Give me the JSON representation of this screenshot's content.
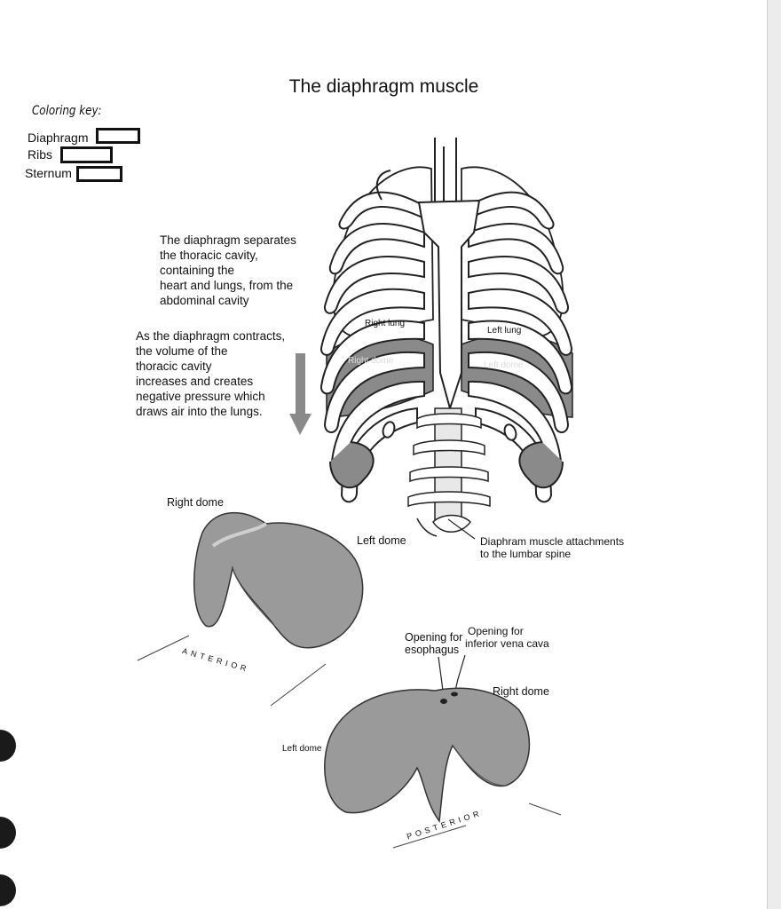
{
  "title": "The diaphragm muscle",
  "coloring_key": {
    "heading": "Coloring key:",
    "items": [
      {
        "label": "Diaphragm"
      },
      {
        "label": "Ribs"
      },
      {
        "label": "Sternum"
      }
    ]
  },
  "text": {
    "separates": [
      "The diaphragm separates",
      "the thoracic cavity,",
      "containing the",
      "heart and lungs, from the",
      "abdominal cavity"
    ],
    "contracts": [
      "As the diaphragm contracts,",
      "the volume of the",
      "thoracic cavity",
      "increases and creates",
      "negative pressure which",
      "draws air into the lungs."
    ]
  },
  "labels": {
    "right_lung": "Right lung",
    "left_lung": "Left lung",
    "right_dome_inner": "Right dome",
    "left_dome_inner": "Left dome",
    "right_dome_top": "Right dome",
    "left_dome_mid": "Left dome",
    "attachments": [
      "Diaphram muscle attachments",
      "to the lumbar spine"
    ],
    "esophagus": [
      "Opening for",
      "esophagus"
    ],
    "vena_cava": [
      "Opening for",
      "inferior vena cava"
    ],
    "right_dome_bottom": "Right dome",
    "left_dome_bottom": "Left dome",
    "anterior": "ANTERIOR",
    "posterior": "POSTERIOR"
  },
  "colors": {
    "diaphragm_fill": "#8a8a8a",
    "outline": "#222222",
    "lung_fill": "#ffffff"
  }
}
